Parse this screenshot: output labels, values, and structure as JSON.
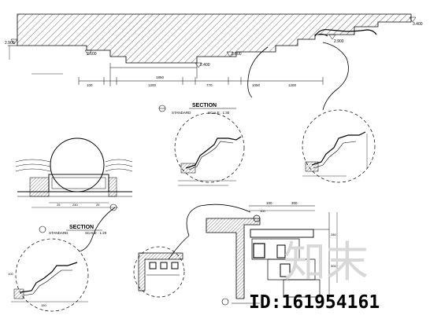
{
  "top_section": {
    "title": "SECTION",
    "subtitle": "STANDARD",
    "scale": "SCALE : 1:30",
    "levels": [
      "2.900",
      "2.600",
      "2.400",
      "2.600",
      "2.900",
      "3.400"
    ],
    "dims": [
      "100",
      "1200",
      "1850",
      "770",
      "1050",
      "1200"
    ]
  },
  "left_section": {
    "title": "SECTION",
    "subtitle": "STANDARD",
    "scale": "SCALE : 1:20",
    "dims": [
      "25",
      "240",
      "25"
    ]
  },
  "right_detail": {
    "dims": [
      "100",
      "300",
      "100",
      "280",
      "300"
    ]
  },
  "bottom_detail": {
    "dims": [
      "150",
      "100"
    ]
  },
  "watermark": {
    "brand": "知末",
    "id": "ID:161954161"
  },
  "colors": {
    "line": "#000000",
    "hatch": "#000000",
    "watermark": "#d8d8d8"
  }
}
